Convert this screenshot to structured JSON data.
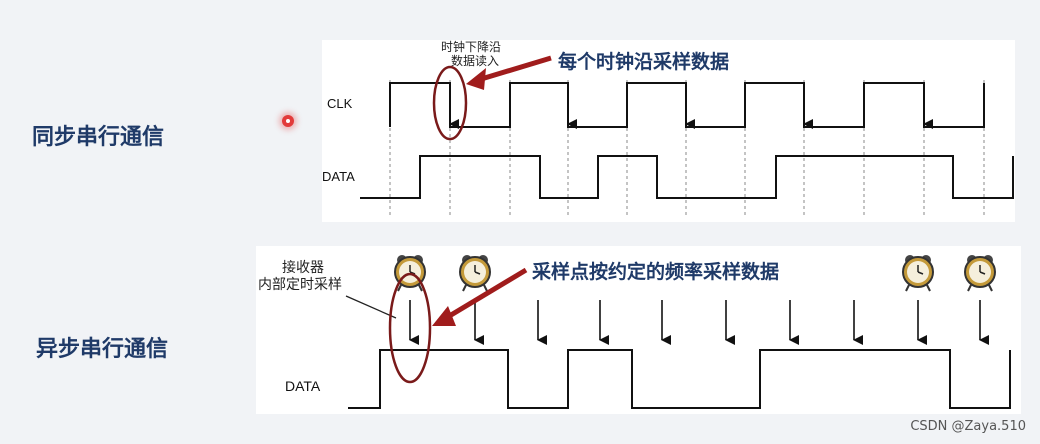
{
  "sync": {
    "title": "同步串行通信",
    "clk_label": "CLK",
    "data_label": "DATA",
    "edge_note_line1": "时钟下降沿",
    "edge_note_line2": "数据读入",
    "headline": "每个时钟沿采样数据"
  },
  "async": {
    "title": "异步串行通信",
    "receiver_note_line1": "接收器",
    "receiver_note_line2": "内部定时采样",
    "headline": "采样点按约定的频率采样数据",
    "data_label": "DATA"
  },
  "watermark": "CSDN @Zaya.510"
}
